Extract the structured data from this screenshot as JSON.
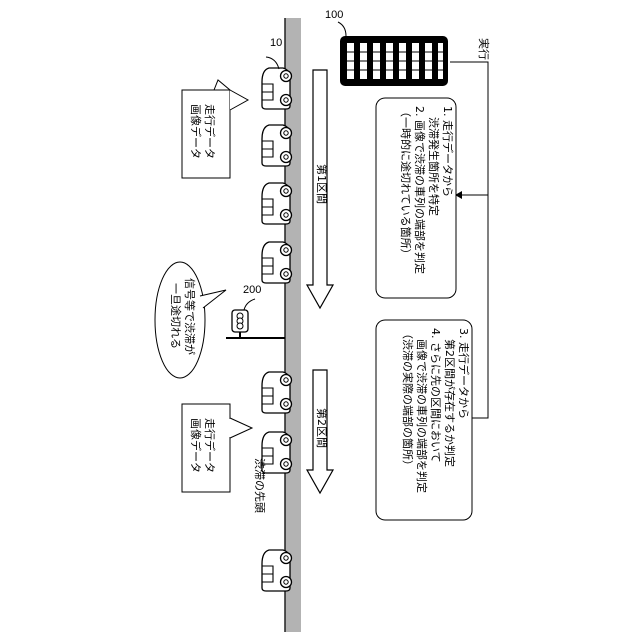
{
  "labels": {
    "vehicle_ref": "10",
    "server_ref": "100",
    "signal_ref": "200",
    "execute": "実行",
    "section1": "第1区間",
    "section2": "第2区間",
    "jam_head": "渋滞の先頭"
  },
  "callouts": {
    "travel_data_top": [
      "走行データ",
      "画像データ"
    ],
    "travel_data_bottom": [
      "走行データ",
      "画像データ"
    ],
    "signal": [
      "信号等で渋滞が",
      "一旦途切れる"
    ]
  },
  "steps": {
    "box1": [
      "1. 走行データから",
      "　渋滞発生箇所を特定",
      "2. 画像で渋滞の車列の端部を判定",
      "（一時的に途切れている箇所）"
    ],
    "box2": [
      "3. 走行データから",
      "　第2区間が存在するか判定",
      "4. さらに先の区間において",
      "　画像で渋滞の車列の端部を判定",
      "（渋滞の実際の端部の箇所）"
    ]
  }
}
